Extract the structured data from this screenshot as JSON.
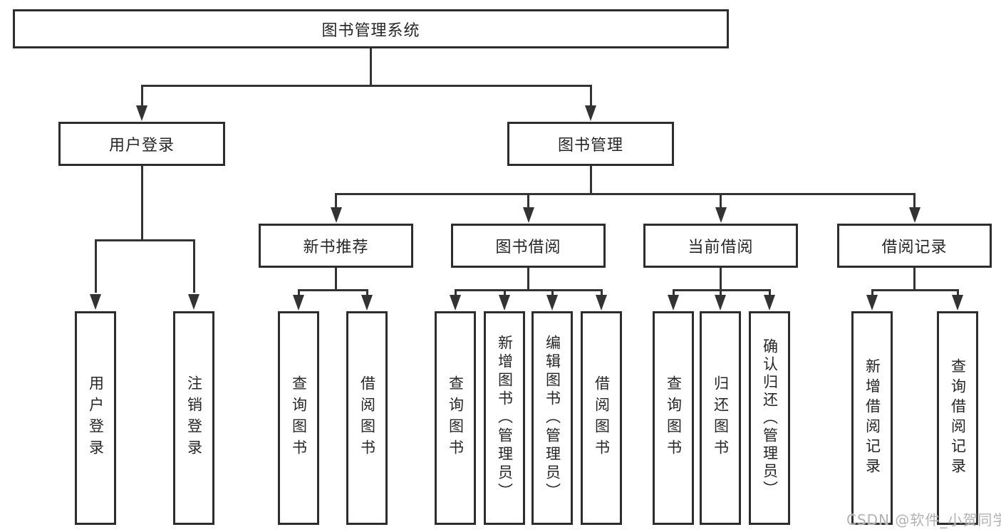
{
  "diagram": {
    "title": "图书管理系统",
    "root": {
      "label": "图书管理系统"
    },
    "level1": [
      {
        "label": "用户登录"
      },
      {
        "label": "图书管理"
      }
    ],
    "level2": [
      {
        "label": "新书推荐"
      },
      {
        "label": "图书借阅"
      },
      {
        "label": "当前借阅"
      },
      {
        "label": "借阅记录"
      }
    ],
    "leaves": {
      "user_login": [
        {
          "label": "用户登录"
        },
        {
          "label": "注销登录"
        }
      ],
      "recommend": [
        {
          "label": "查询图书"
        },
        {
          "label": "借阅图书"
        }
      ],
      "borrow": [
        {
          "label": "查询图书"
        },
        {
          "label": "新增图书（管理员）"
        },
        {
          "label": "编辑图书（管理员）"
        },
        {
          "label": "借阅图书"
        }
      ],
      "current": [
        {
          "label": "查询图书"
        },
        {
          "label": "归还图书"
        },
        {
          "label": "确认归还（管理员）"
        }
      ],
      "records": [
        {
          "label": "新增借阅记录"
        },
        {
          "label": "查询借阅记录"
        }
      ]
    }
  },
  "watermark": {
    "text": "CSDN @软件_小贺同学"
  },
  "colors": {
    "background": "#ffffff",
    "line": "#333333",
    "box_border": "#2d2d2d",
    "text": "#262626",
    "watermark": "#b2b2b2"
  }
}
